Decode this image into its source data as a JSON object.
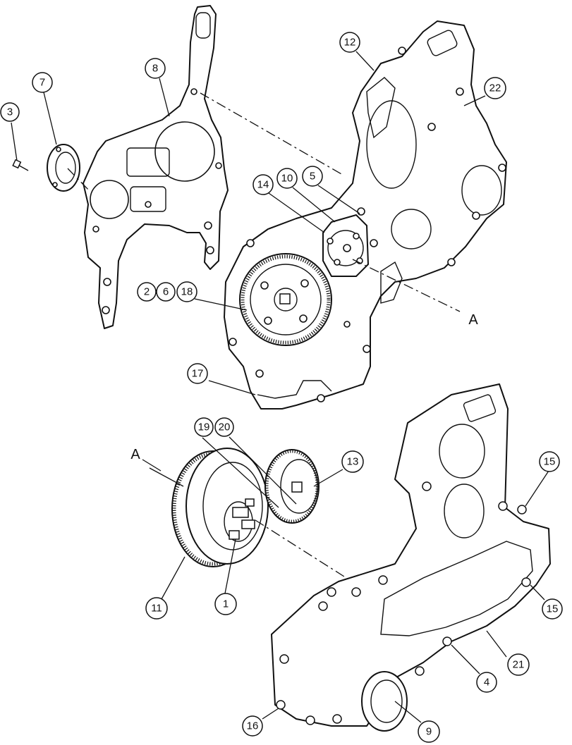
{
  "callouts": [
    {
      "id": "c1",
      "label": "1"
    },
    {
      "id": "c2",
      "label": "2"
    },
    {
      "id": "c3",
      "label": "3"
    },
    {
      "id": "c4",
      "label": "4"
    },
    {
      "id": "c5",
      "label": "5"
    },
    {
      "id": "c6",
      "label": "6"
    },
    {
      "id": "c7",
      "label": "7"
    },
    {
      "id": "c8",
      "label": "8"
    },
    {
      "id": "c9",
      "label": "9"
    },
    {
      "id": "c10",
      "label": "10"
    },
    {
      "id": "c11",
      "label": "11"
    },
    {
      "id": "c12",
      "label": "12"
    },
    {
      "id": "c13",
      "label": "13"
    },
    {
      "id": "c14",
      "label": "14"
    },
    {
      "id": "c15a",
      "label": "15"
    },
    {
      "id": "c15b",
      "label": "15"
    },
    {
      "id": "c16",
      "label": "16"
    },
    {
      "id": "c17",
      "label": "17"
    },
    {
      "id": "c18",
      "label": "18"
    },
    {
      "id": "c19",
      "label": "19"
    },
    {
      "id": "c20",
      "label": "20"
    },
    {
      "id": "c21",
      "label": "21"
    },
    {
      "id": "c22",
      "label": "22"
    }
  ],
  "references": {
    "a_upper": "A",
    "a_lower": "A"
  }
}
